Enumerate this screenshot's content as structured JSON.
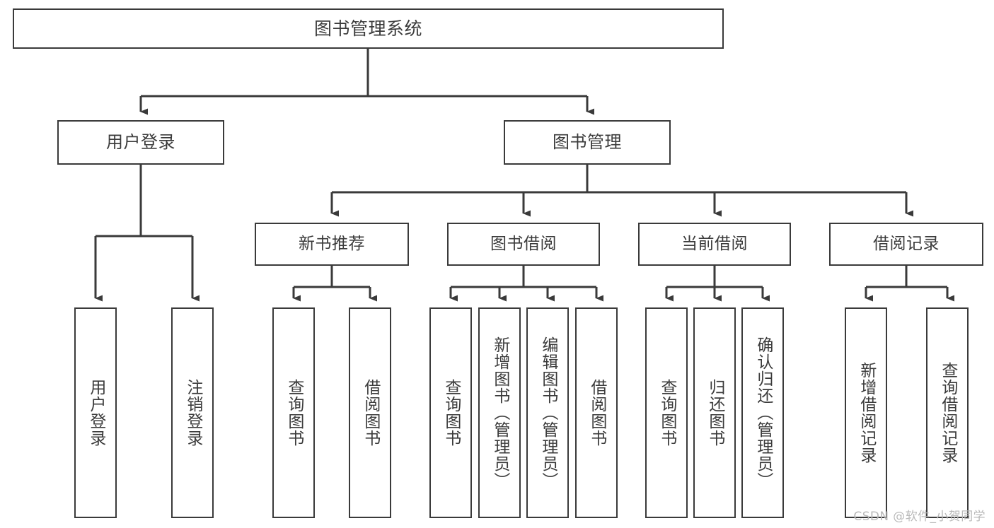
{
  "diagram": {
    "title": "图书管理系统",
    "type": "tree",
    "watermark": "CSDN @软件_小贺同学",
    "colors": {
      "stroke": "#3a3a3a",
      "text": "#3b3b3b",
      "background": "#ffffff",
      "watermark": "#b9b9b9"
    },
    "nodes": {
      "root": {
        "label": "图书管理系统"
      },
      "level2": [
        {
          "id": "user-login",
          "label": "用户登录"
        },
        {
          "id": "book-manage",
          "label": "图书管理"
        }
      ],
      "level3": [
        {
          "id": "new-book-recommend",
          "label": "新书推荐"
        },
        {
          "id": "book-borrow",
          "label": "图书借阅"
        },
        {
          "id": "current-borrow",
          "label": "当前借阅"
        },
        {
          "id": "borrow-record",
          "label": "借阅记录"
        }
      ],
      "leaves": {
        "user_login": [
          {
            "id": "leaf-user-login",
            "label": "用户登录"
          },
          {
            "id": "leaf-logout-login",
            "label": "注销登录"
          }
        ],
        "new_book_recommend": [
          {
            "id": "leaf-query-book-1",
            "label": "查询图书"
          },
          {
            "id": "leaf-borrow-book-1",
            "label": "借阅图书"
          }
        ],
        "book_borrow": [
          {
            "id": "leaf-query-book-2",
            "label": "查询图书"
          },
          {
            "id": "leaf-add-book",
            "label": "新增图书（管理员）"
          },
          {
            "id": "leaf-edit-book",
            "label": "编辑图书（管理员）"
          },
          {
            "id": "leaf-borrow-book-2",
            "label": "借阅图书"
          }
        ],
        "current_borrow": [
          {
            "id": "leaf-query-book-3",
            "label": "查询图书"
          },
          {
            "id": "leaf-return-book",
            "label": "归还图书"
          },
          {
            "id": "leaf-confirm-return",
            "label": "确认归还（管理员）"
          }
        ],
        "borrow_record": [
          {
            "id": "leaf-add-record",
            "label": "新增借阅记录"
          },
          {
            "id": "leaf-query-record",
            "label": "查询借阅记录"
          }
        ]
      }
    }
  }
}
